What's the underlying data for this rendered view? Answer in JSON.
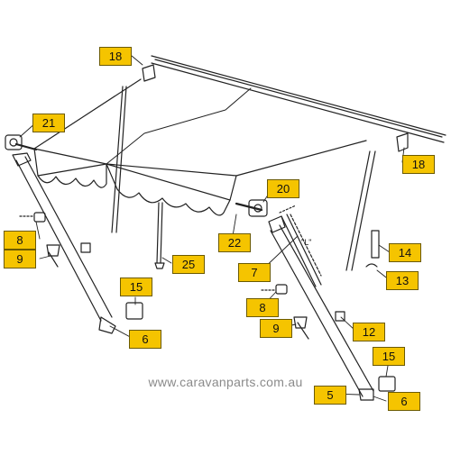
{
  "diagram": {
    "callouts": [
      {
        "id": "c18a",
        "label": "18"
      },
      {
        "id": "c18b",
        "label": "18"
      },
      {
        "id": "c21",
        "label": "21"
      },
      {
        "id": "c20",
        "label": "20"
      },
      {
        "id": "c22",
        "label": "22"
      },
      {
        "id": "c25",
        "label": "25"
      },
      {
        "id": "c8a",
        "label": "8"
      },
      {
        "id": "c9a",
        "label": "9"
      },
      {
        "id": "c15a",
        "label": "15"
      },
      {
        "id": "c6a",
        "label": "6"
      },
      {
        "id": "c7",
        "label": "7"
      },
      {
        "id": "c14",
        "label": "14"
      },
      {
        "id": "c13",
        "label": "13"
      },
      {
        "id": "c8b",
        "label": "8"
      },
      {
        "id": "c9b",
        "label": "9"
      },
      {
        "id": "c12",
        "label": "12"
      },
      {
        "id": "c15b",
        "label": "15"
      },
      {
        "id": "c5",
        "label": "5"
      },
      {
        "id": "c6b",
        "label": "6"
      }
    ],
    "dimension_label": "\"L\"",
    "website": "www.caravanparts.com.au"
  },
  "colors": {
    "callout_fill": "#f5c400",
    "line": "#222222",
    "website_text": "#8a8a8a"
  }
}
